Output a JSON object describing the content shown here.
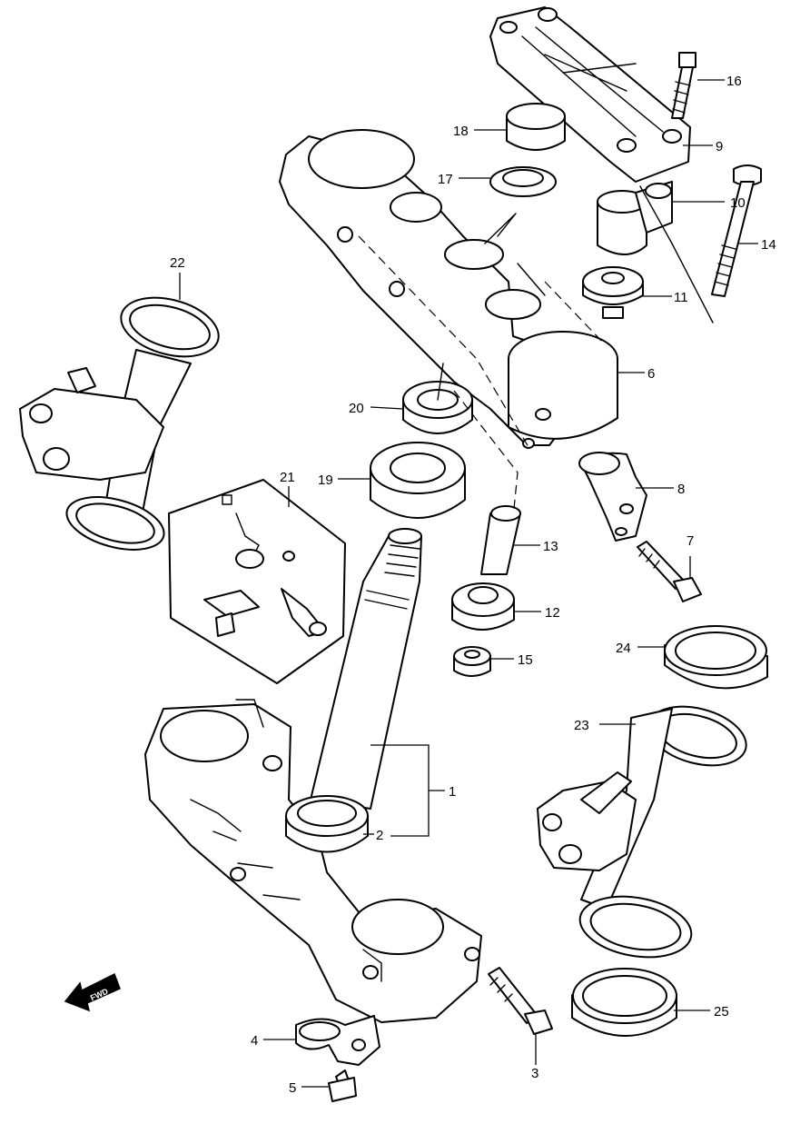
{
  "labels": {
    "p1": "1",
    "p2": "2",
    "p3": "3",
    "p4": "4",
    "p5": "5",
    "p6": "6",
    "p7": "7",
    "p8": "8",
    "p9": "9",
    "p10": "10",
    "p11": "11",
    "p12": "12",
    "p13": "13",
    "p14": "14",
    "p15": "15",
    "p16": "16",
    "p17": "17",
    "p18": "18",
    "p19": "19",
    "p20": "20",
    "p21": "21",
    "p22": "22",
    "p23": "23",
    "p24": "24",
    "p25": "25"
  },
  "direction_arrow": {
    "label": "FWD",
    "icon": "fwd-arrow-icon"
  },
  "colors": {
    "line": "#000000",
    "background": "#ffffff"
  }
}
